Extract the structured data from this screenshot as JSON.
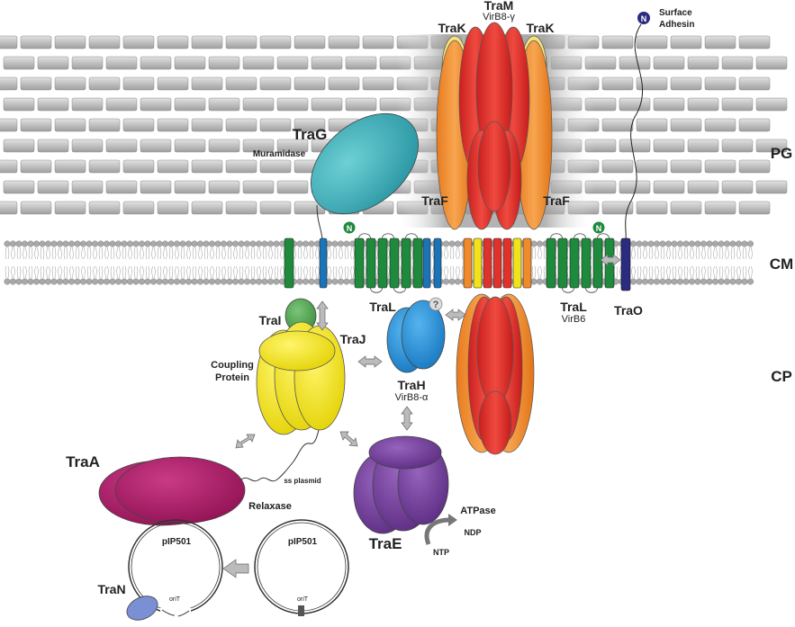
{
  "layers": {
    "pg": "PG",
    "cm": "CM",
    "cp": "CP"
  },
  "proteins": {
    "tram": {
      "name": "TraM",
      "sub": "VirB8-γ"
    },
    "trak_left": "TraK",
    "trak_right": "TraK",
    "traf_left": "TraF",
    "traf_right": "TraF",
    "trag": {
      "name": "TraG",
      "sub": "Muramidase"
    },
    "surface": {
      "line1": "Surface",
      "line2": "Adhesin"
    },
    "tral_left": "TraL",
    "tral_right": {
      "name": "TraL",
      "sub": "VirB6"
    },
    "trao": "TraO",
    "trai": "TraI",
    "traj": "TraJ",
    "coupling": {
      "line1": "Coupling",
      "line2": "Protein"
    },
    "trah": {
      "name": "TraH",
      "sub": "VirB8-α"
    },
    "traa": "TraA",
    "relaxase": "Relaxase",
    "ss_plasmid": "ss plasmid",
    "trae": "TraE",
    "atpase": "ATPase",
    "ndp": "NDP",
    "ntp": "NTP",
    "tran": "TraN",
    "plasmid_left": {
      "name": "pIP501",
      "orit": "oriT"
    },
    "plasmid_right": {
      "name": "pIP501",
      "orit": "oriT"
    }
  },
  "markers": {
    "n_terminus": "N",
    "question": "?"
  },
  "colors": {
    "green": "#1e8a3c",
    "blue": "#1b74b8",
    "teal": "#35b0bb",
    "red": "#e0322b",
    "orange": "#f08a2a",
    "yellow_light": "#f6e27a",
    "yellow": "#f2e21a",
    "magenta": "#b4186a",
    "purple": "#6f3a97",
    "navy": "#2b2b80",
    "periwinkle": "#7a8fd4",
    "brick": "#cfcfcf"
  }
}
